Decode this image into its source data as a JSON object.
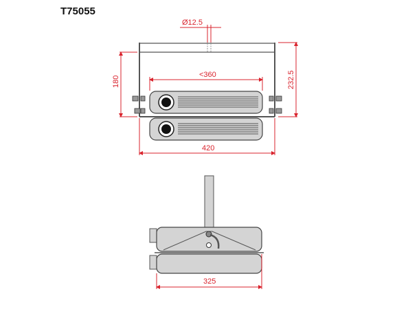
{
  "title": "T75055",
  "colors": {
    "dimension": "#d9232d",
    "body_fill": "#d4d4d4",
    "outline": "#555555"
  },
  "top_view": {
    "dimensions": {
      "pipe_diameter": "Ø12.5",
      "inner_width": "<360",
      "height_left": "180",
      "height_right": "232.5",
      "overall_width": "420"
    }
  },
  "side_view": {
    "dimensions": {
      "body_width": "325"
    }
  }
}
